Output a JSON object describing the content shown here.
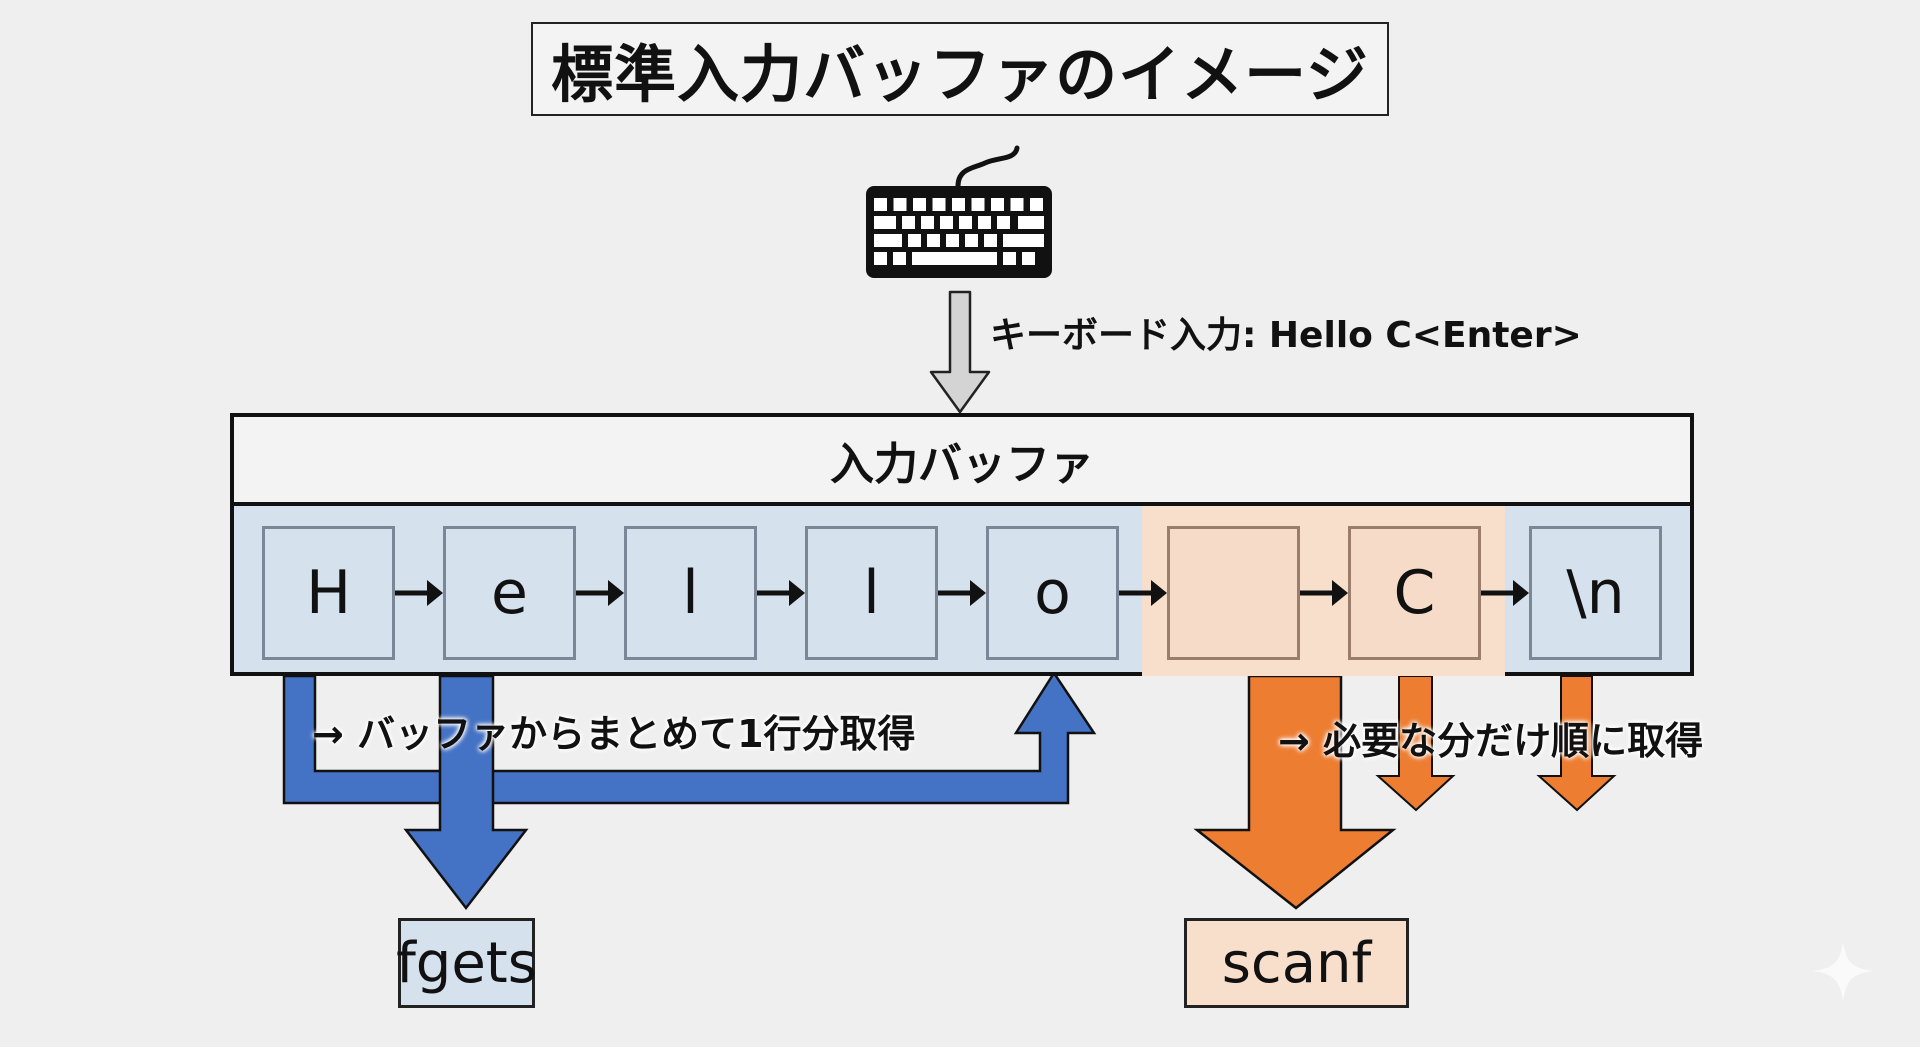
{
  "title": "標準入力バッファのイメージ",
  "keyboard": {
    "icon": "keyboard-icon",
    "input_label": "キーボード入力: Hello C<Enter>"
  },
  "buffer": {
    "header": "入力バッファ",
    "cells": [
      {
        "char": "H",
        "group": "fgets"
      },
      {
        "char": "e",
        "group": "fgets"
      },
      {
        "char": "l",
        "group": "fgets"
      },
      {
        "char": "l",
        "group": "fgets"
      },
      {
        "char": "o",
        "group": "fgets"
      },
      {
        "char": "",
        "group": "scanf"
      },
      {
        "char": "C",
        "group": "scanf"
      },
      {
        "char": "\\n",
        "group": "fgets"
      }
    ]
  },
  "fgets": {
    "name": "fgets",
    "description": "→ バッファからまとめて1行分取得"
  },
  "scanf": {
    "name": "scanf",
    "description": "→ 必要な分だけ順に取得"
  },
  "colors": {
    "blue_arrow": "#4472C4",
    "orange_arrow": "#ED7D31",
    "blue_fill": "#D6E1EE",
    "orange_fill": "#F8DFCB",
    "background": "#EFEFEF"
  }
}
